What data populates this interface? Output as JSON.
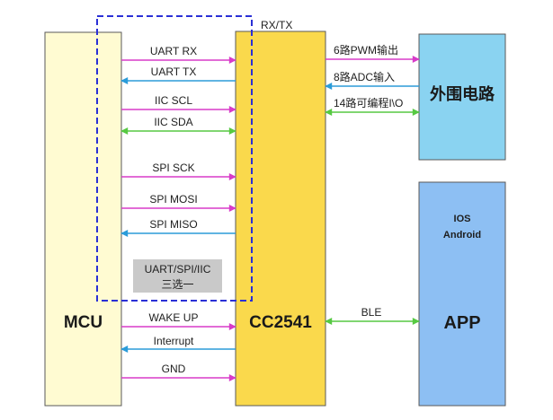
{
  "colors": {
    "mcu_fill": "#fffbd2",
    "cc2541_fill": "#fad94c",
    "peripheral_fill": "#8ad3f1",
    "app_fill": "#8dbff3",
    "mux_note_fill": "#c9c9c9",
    "dashed_border": "#2a2fd6",
    "arrow_magenta": "#d83bc9",
    "arrow_blue": "#2b9cd9",
    "arrow_green": "#57c942"
  },
  "mcu": {
    "label": "MCU"
  },
  "cc2541": {
    "label": "CC2541"
  },
  "serial_group": {
    "label": "RX/TX"
  },
  "mux_note": {
    "line1": "UART/SPI/IIC",
    "line2": "三选一"
  },
  "mcu_links": [
    {
      "label": "UART RX"
    },
    {
      "label": "UART TX"
    },
    {
      "label": "IIC SCL"
    },
    {
      "label": "IIC SDA"
    },
    {
      "label": "SPI SCK"
    },
    {
      "label": "SPI MOSI"
    },
    {
      "label": "SPI MISO"
    },
    {
      "label": "WAKE UP"
    },
    {
      "label": "Interrupt"
    },
    {
      "label": "GND"
    }
  ],
  "peripheral": {
    "label": "外围电路",
    "links": [
      {
        "label": "6路PWM输出"
      },
      {
        "label": "8路ADC输入"
      },
      {
        "label": "14路可编程I\\O"
      }
    ]
  },
  "app": {
    "platforms": [
      "IOS",
      "Android"
    ],
    "label": "APP",
    "link": {
      "label": "BLE"
    }
  }
}
